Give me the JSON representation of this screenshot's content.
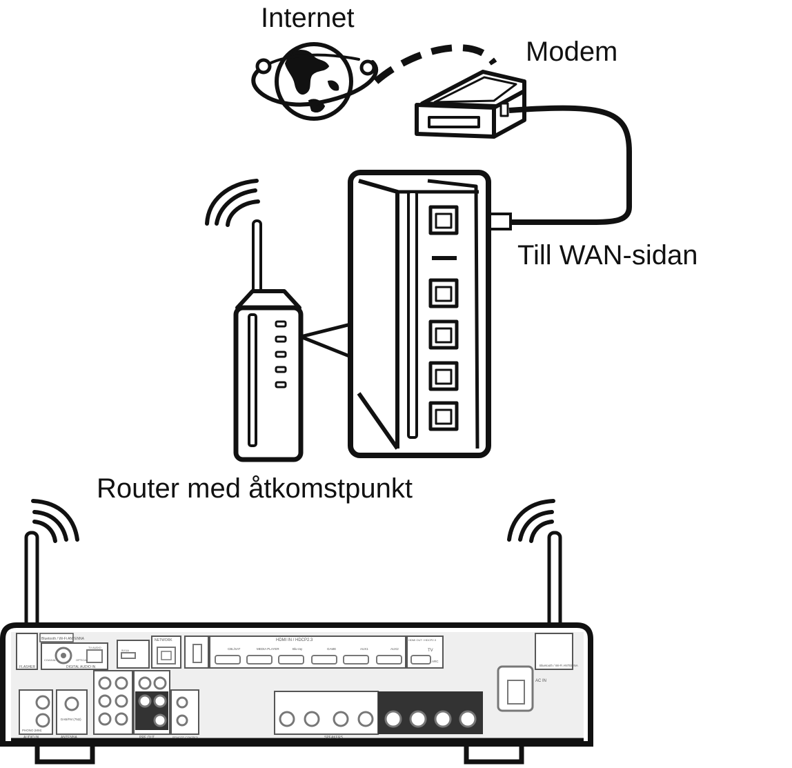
{
  "labels": {
    "internet": "Internet",
    "modem": "Modem",
    "wan_side": "Till WAN-sidan",
    "router": "Router med åtkomstpunkt"
  },
  "receiver": {
    "panel_texts": {
      "bt_wifi_left": "Bluetooth / Wi-Fi ANTENNA",
      "flasher": "FLASHER",
      "digital_audio": "DIGITAL AUDIO IN",
      "coaxial": "COAXIAL",
      "optical": "OPTICAL",
      "tv_audio": "TV AUDIO",
      "usb": "5V/1A",
      "network": "NETWORK",
      "hdmi_in": "HDMI IN / HDCP2.3",
      "hdmi_out": "HDMI OUT / HDCP2.3",
      "hdmi_inputs": [
        "CBL/SAT",
        "MEDIA PLAYER",
        "Blu-ray",
        "GAME",
        "AUX1",
        "AUX2"
      ],
      "tv": "TV",
      "arc": "ARC",
      "audio_in": "AUDIO IN",
      "phono": "PHONO (MM)",
      "antenna": "ANTENNA",
      "dab_fm": "DAB/FM (75Ω)",
      "pre_out": "PRE OUT",
      "remote_control": "REMOTE CONTROL",
      "speakers": "SPEAKERS",
      "ac_in": "AC IN",
      "bt_wifi_right": "Bluetooth / Wi-Fi ANTENNA"
    }
  }
}
